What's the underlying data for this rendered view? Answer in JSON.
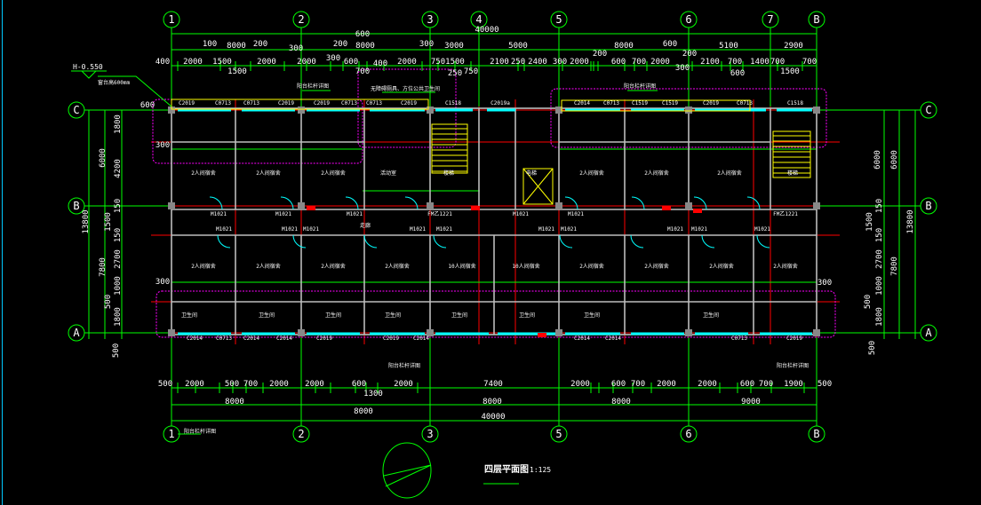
{
  "drawing": {
    "title": "四层平面图",
    "scale": "1:125",
    "level_mark": "H-0.550",
    "sill_note": "窗台高600mm",
    "notes": [
      "无障碍厕具、方位公共卫生间",
      "阳台栏杆详图",
      "阳台栏杆详图",
      "阳台栏杆详图",
      "阳台栏杆详图"
    ],
    "colors": {
      "background": "#000000",
      "dimension": "#00ff00",
      "axis": "#ff0000",
      "wall": "#bdbdbd",
      "window": "#00ffff",
      "revision_cloud": "#ff00ff",
      "stair": "#ffff00",
      "text": "#ffffff"
    }
  },
  "axes": {
    "top": [
      "1",
      "2",
      "3",
      "4",
      "5",
      "6",
      "7",
      "B"
    ],
    "bottom": [
      "1",
      "2",
      "3",
      "5",
      "6",
      "B"
    ],
    "left": [
      "C",
      "B",
      "A"
    ],
    "right": [
      "C",
      "B",
      "A"
    ]
  },
  "dimensions": {
    "top_total": "40000",
    "top_bays": [
      "8000",
      "8000",
      "3000",
      "5000",
      "8000",
      "5100",
      "2900"
    ],
    "top_detail": [
      "2000",
      "1500",
      "1500",
      "2000",
      "2000",
      "600",
      "700",
      "2000",
      "750",
      "1500",
      "750",
      "2100",
      "250",
      "2400",
      "300",
      "2000",
      "600",
      "700",
      "2000",
      "2100",
      "700",
      "1400",
      "700",
      "1500",
      "700"
    ],
    "top_offsets": [
      "400",
      "100",
      "200",
      "300",
      "300",
      "200",
      "600",
      "400",
      "300",
      "250",
      "200",
      "600",
      "200",
      "300",
      "600"
    ],
    "bottom_detail": [
      "500",
      "2000",
      "500",
      "700",
      "2000",
      "2000",
      "600",
      "1300",
      "2000",
      "7400",
      "2000",
      "600",
      "700",
      "2000",
      "2000",
      "600",
      "700",
      "1900",
      "500"
    ],
    "bottom_bays": [
      "8000",
      "8000",
      "8000",
      "8000",
      "9000"
    ],
    "bottom_total": "40000",
    "left": [
      "1800",
      "4200",
      "150",
      "1500",
      "150",
      "2700",
      "1000",
      "500",
      "1800",
      "500",
      "6000",
      "7800",
      "13800",
      "600",
      "300",
      "300"
    ],
    "right": [
      "6000",
      "6000",
      "150",
      "1500",
      "150",
      "2700",
      "1000",
      "500",
      "1800",
      "500",
      "7800",
      "13800",
      "300"
    ]
  },
  "rooms": {
    "top": [
      "2人间宿舍",
      "2人间宿舍",
      "2人间宿舍",
      "活动室",
      "楼梯",
      "电梯",
      "2人间宿舍",
      "2人间宿舍",
      "2人间宿舍",
      "楼梯"
    ],
    "bottom": [
      "2人间宿舍",
      "2人间宿舍",
      "2人间宿舍",
      "2人间宿舍",
      "10人间宿舍",
      "10人间宿舍",
      "2人间宿舍",
      "2人间宿舍",
      "2人间宿舍",
      "2人间宿舍"
    ],
    "baths": [
      "卫生间",
      "卫生间",
      "卫生间",
      "卫生间",
      "卫生间",
      "卫生间",
      "卫生间",
      "卫生间"
    ],
    "corridor": "走廊"
  },
  "openings": {
    "windows_top": [
      "C2019",
      "C0713",
      "C0713",
      "C2019",
      "C2019",
      "C0713",
      "C0713",
      "C2019",
      "C1518",
      "C2019a",
      "C2014",
      "C0713",
      "C1519",
      "C1519",
      "C2019",
      "C0713",
      "C1518"
    ],
    "windows_bottom": [
      "C2014",
      "C0713",
      "C2014",
      "C2014",
      "C2019",
      "C2019",
      "C2014",
      "C2014",
      "C2014",
      "C0713",
      "C2019"
    ],
    "doors": [
      "M1021",
      "M1021",
      "M1021",
      "FM乙1221",
      "M1021",
      "M1021",
      "FM乙1221",
      "M1021",
      "M1021",
      "M1021",
      "M1021",
      "M1021",
      "M1021",
      "M1021",
      "M1021",
      "M1021",
      "M1021"
    ]
  }
}
